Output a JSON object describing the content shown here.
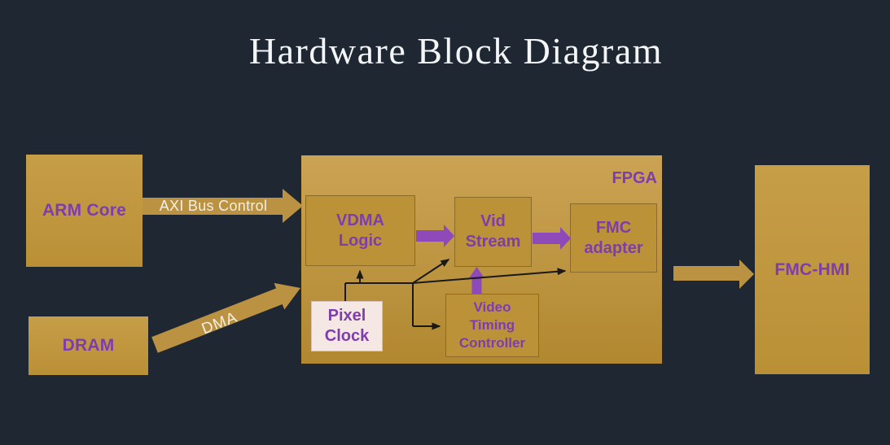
{
  "slide": {
    "title": "Hardware Block Diagram"
  },
  "blocks": {
    "arm_core": {
      "label": "ARM Core"
    },
    "dram": {
      "label": "DRAM"
    },
    "fmc_hmi": {
      "label": "FMC-HMI"
    },
    "fpga": {
      "label": "FPGA"
    },
    "vdma_logic": {
      "label": "VDMA Logic"
    },
    "vid_stream": {
      "label": "Vid Stream"
    },
    "fmc_adapter": {
      "label": "FMC adapter"
    },
    "pixel_clock": {
      "label": "Pixel Clock"
    },
    "video_timing_controller": {
      "label": "Video Timing Controller"
    }
  },
  "arrows": {
    "axi_bus": {
      "label": "AXI Bus Control",
      "from": "ARM Core",
      "to": "FPGA",
      "style": "gold-block-arrow"
    },
    "dma": {
      "label": "DMA",
      "from": "DRAM",
      "to": "FPGA",
      "style": "gold-block-arrow"
    },
    "fpga_out": {
      "label": "",
      "from": "FPGA",
      "to": "FMC-HMI",
      "style": "gold-block-arrow"
    },
    "vdma_to_vid": {
      "from": "VDMA Logic",
      "to": "Vid Stream",
      "style": "purple-block-arrow"
    },
    "vid_to_adapter": {
      "from": "Vid Stream",
      "to": "FMC adapter",
      "style": "purple-block-arrow"
    },
    "vtc_to_vid": {
      "from": "Video Timing Controller",
      "to": "Vid Stream",
      "style": "purple-block-arrow"
    },
    "clock_to_vdma": {
      "from": "Pixel Clock",
      "to": "VDMA Logic",
      "style": "thin-black-arrow"
    },
    "clock_to_vid": {
      "from": "Pixel Clock",
      "to": "Vid Stream",
      "style": "thin-black-arrow"
    },
    "clock_to_adapter": {
      "from": "Pixel Clock",
      "to": "FMC adapter",
      "style": "thin-black-arrow"
    },
    "clock_to_vtc": {
      "from": "Pixel Clock",
      "to": "Video Timing Controller",
      "style": "thin-black-arrow"
    }
  },
  "colors": {
    "background": "#1f2832",
    "title_text": "#f4f5f7",
    "gold_block": "#c19a42",
    "fpga_gradient_top": "#cba354",
    "fpga_gradient_bottom": "#b18830",
    "inner_block_fill": "#bc9239",
    "inner_block_border": "#8c6b28",
    "pixel_clock_fill": "#f5e8e4",
    "purple_text": "#7e3dad",
    "purple_arrow": "#8d4ab8",
    "gold_arrow": "#bb9241",
    "arrow_label_text": "#f3efe5",
    "connector_line": "#191919"
  }
}
